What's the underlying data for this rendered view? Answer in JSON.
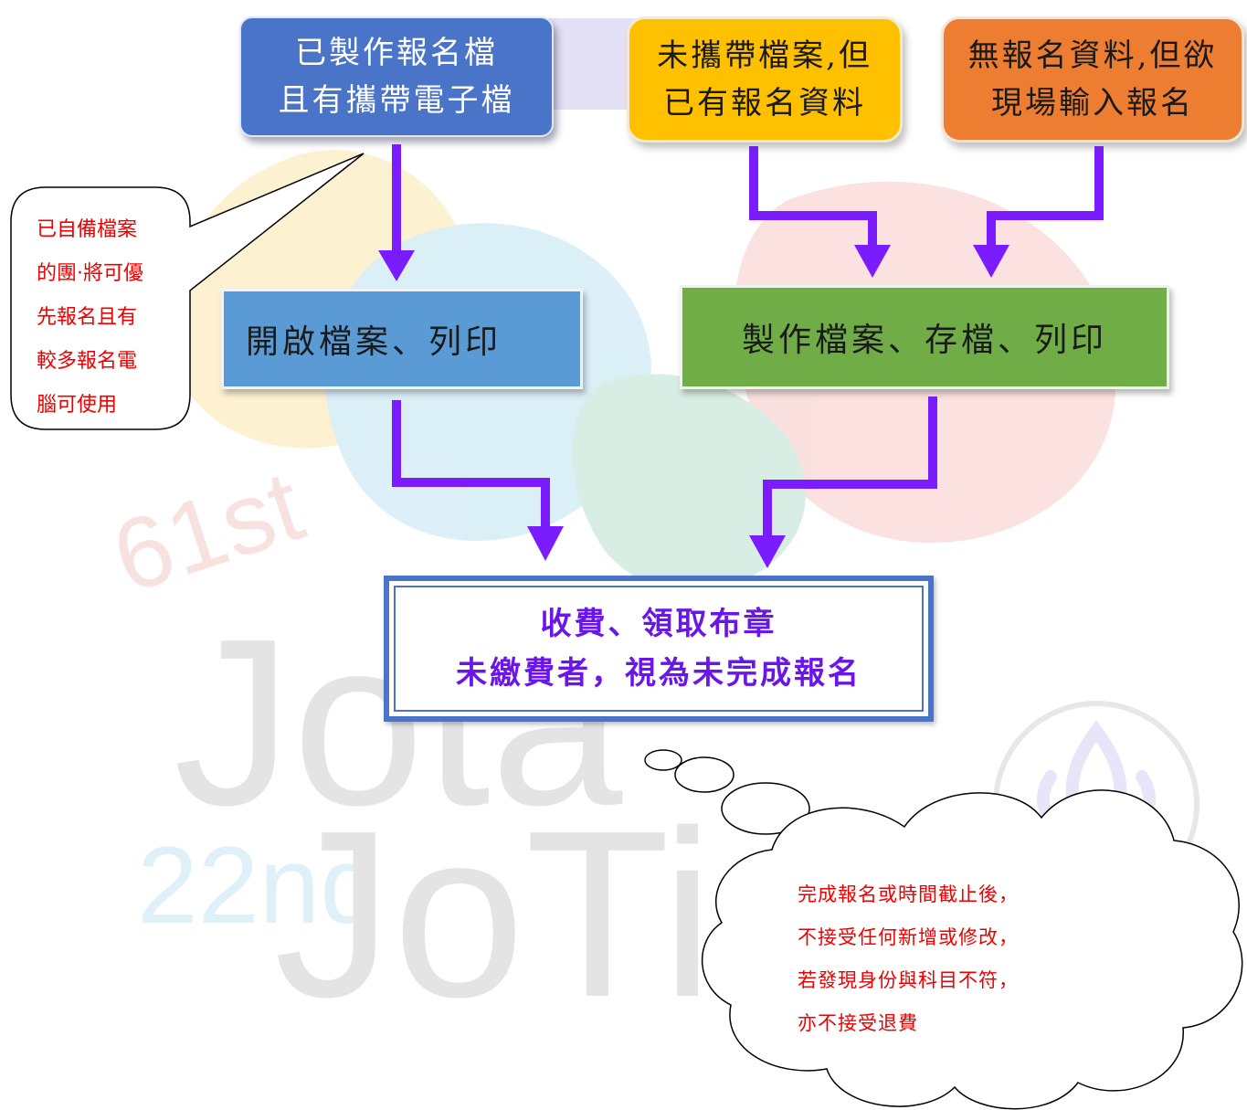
{
  "nodes": {
    "prepared": {
      "lines": [
        "已製作報名檔",
        "且有攜帶電子檔"
      ],
      "color": "#4a74c8"
    },
    "no_file": {
      "lines": [
        "未攜帶檔案,但",
        "已有報名資料"
      ],
      "color": "#ffc000"
    },
    "no_data": {
      "lines": [
        "無報名資料,但欲",
        "現場輸入報名"
      ],
      "color": "#ed7d31"
    },
    "open_print": {
      "label": "開啟檔案、列印",
      "color": "#5b9bd5"
    },
    "make_print": {
      "label": "製作檔案、存檔、列印",
      "color": "#70ad47"
    },
    "payment": {
      "lines": [
        "收費、領取布章",
        "未繳費者，視為未完成報名"
      ],
      "text_color": "#6a16e8"
    }
  },
  "edges": [
    {
      "from": "prepared",
      "to": "open_print"
    },
    {
      "from": "no_file",
      "to": "make_print"
    },
    {
      "from": "no_data",
      "to": "make_print"
    },
    {
      "from": "open_print",
      "to": "payment"
    },
    {
      "from": "make_print",
      "to": "payment"
    }
  ],
  "arrow_color": "#7a1cff",
  "speech_note": {
    "lines": [
      "已自備檔案",
      "的團·將可優",
      "先報名且有",
      "較多報名電",
      "腦可使用"
    ]
  },
  "cloud_note": {
    "lines": [
      "完成報名或時間截止後，",
      "不接受任何新增或修改，",
      "若發現身份與科目不符，",
      "亦不接受退費"
    ]
  },
  "watermark": {
    "badge": [
      "61st",
      "22nd"
    ],
    "words": [
      "Jota",
      "JoTi"
    ]
  },
  "note_color": "#ee0000"
}
